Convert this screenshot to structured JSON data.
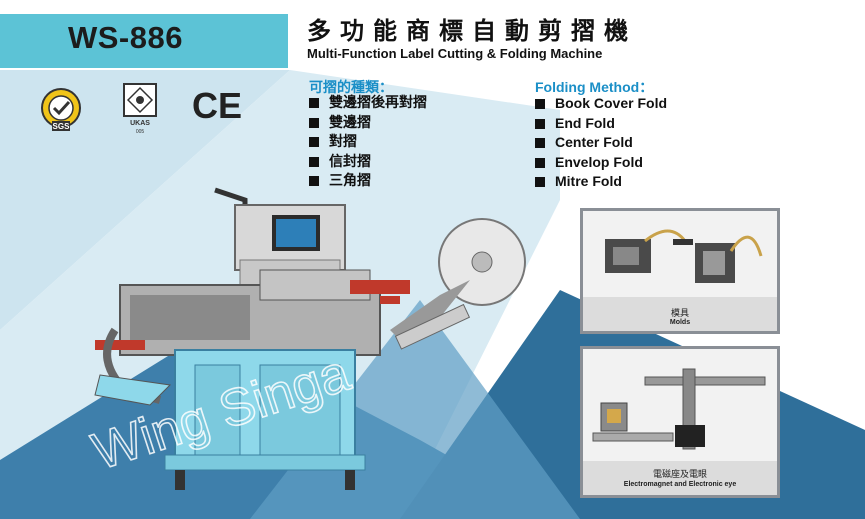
{
  "model": "WS-886",
  "title_zh": "多功能商標自動剪摺機",
  "title_en": "Multi-Function Label Cutting & Folding Machine",
  "certifications": [
    {
      "name": "sgs-logo",
      "text": "SGS"
    },
    {
      "name": "ukas-logo",
      "text": "UKAS"
    },
    {
      "name": "ce-mark",
      "text": "CE"
    }
  ],
  "ukas_sub": "005",
  "folding_zh": {
    "heading": "可摺的種類：",
    "items": [
      "雙邊摺後再對摺",
      "雙邊摺",
      "對摺",
      "信封摺",
      "三角摺"
    ]
  },
  "folding_en": {
    "heading": "Folding Method：",
    "items": [
      "Book Cover Fold",
      "End Fold",
      "Center Fold",
      "Envelop Fold",
      "Mitre Fold"
    ]
  },
  "watermark": "Wing Singa",
  "panels": {
    "molds": {
      "caption_zh": "模具",
      "caption_en": "Molds"
    },
    "electromagnet": {
      "caption_zh": "電磁座及電眼",
      "caption_en": "Electromagnet and Electronic eye"
    }
  },
  "colors": {
    "accent": "#5cc3d6",
    "heading_blue": "#1b8fc7",
    "bg_light": "#cde4ef",
    "bg_dark": "#2f6f9a"
  }
}
